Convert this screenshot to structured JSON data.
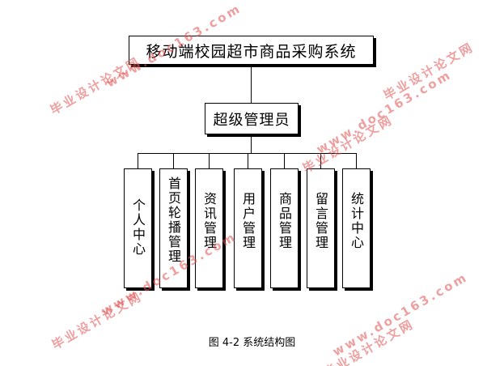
{
  "diagram": {
    "root": "移动端校园超市商品采购系统",
    "admin": "超级管理员",
    "modules": [
      "个人中心",
      "首页轮播管理",
      "资讯管理",
      "用户管理",
      "商品管理",
      "留言管理",
      "统计中心"
    ],
    "caption": "图 4-2  系统结构图"
  },
  "watermarks": [
    "毕业设计论文网",
    "www.doc163.com",
    "毕业设计论文网",
    "www.doc163.com",
    "毕业设计论文网",
    "www.doc163.com",
    "毕业设计论文网",
    "www.doc163.com",
    "毕业设计论文网"
  ],
  "colors": {
    "stroke": "#000000",
    "watermark": "#e05050"
  }
}
